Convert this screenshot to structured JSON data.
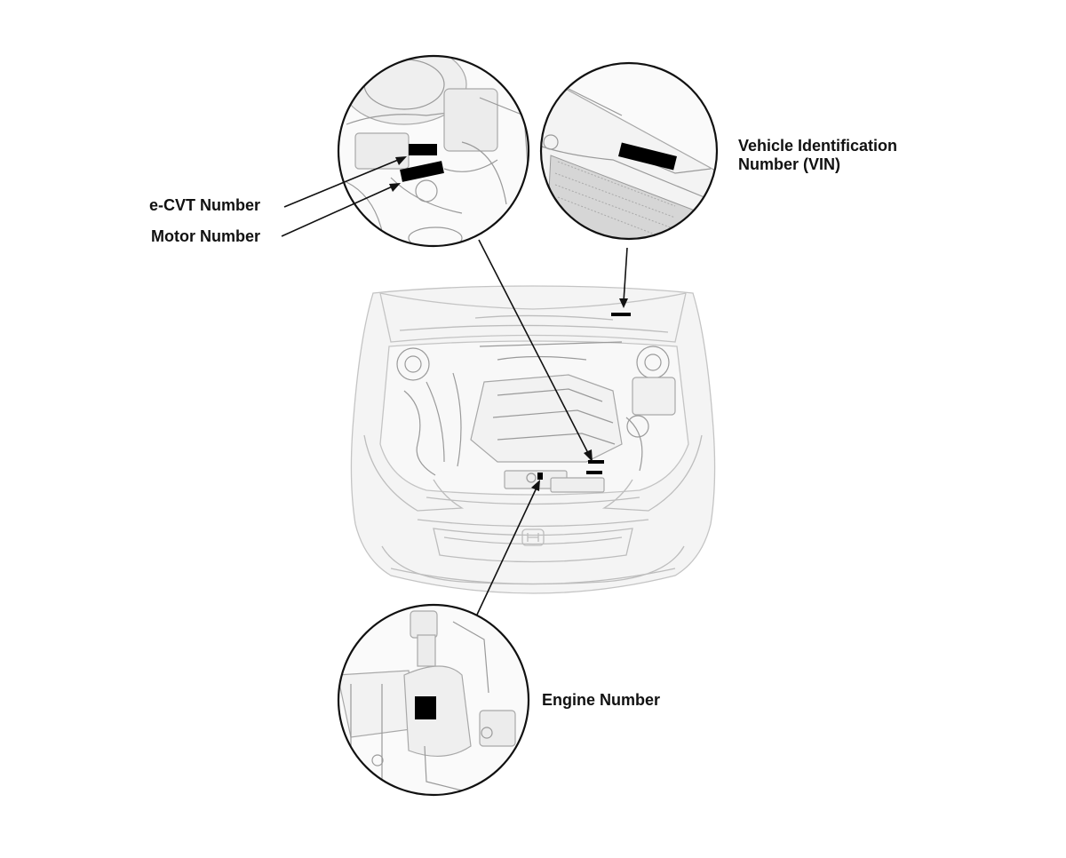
{
  "labels": {
    "ecvt": "e-CVT Number",
    "motor": "Motor Number",
    "vin_line1": "Vehicle Identification",
    "vin_line2": "Number (VIN)",
    "engine": "Engine Number"
  },
  "colors": {
    "line": "#111111",
    "label_plate": "#000000",
    "car_outline": "#bdbdbd",
    "background": "#ffffff"
  }
}
